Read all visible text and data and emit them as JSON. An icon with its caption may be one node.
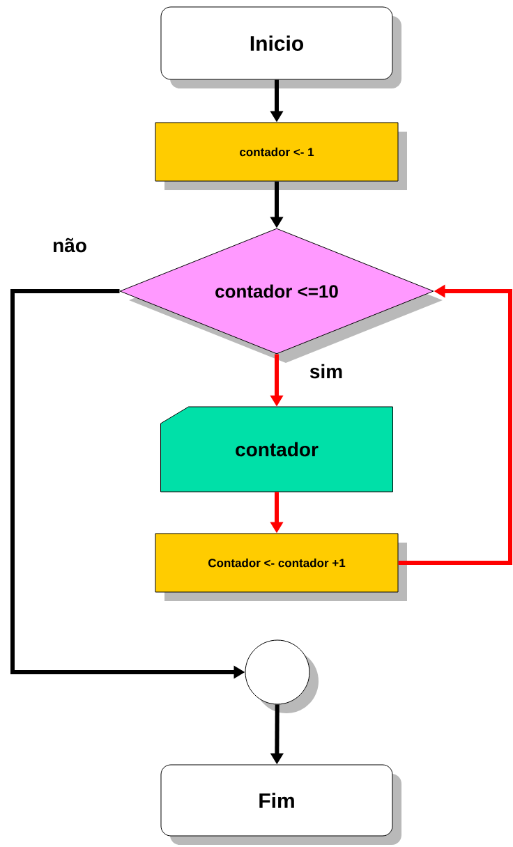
{
  "diagram": {
    "nodes": [
      {
        "text": [
          "Inicio"
        ]
      },
      {
        "text": [
          "contador <- 1"
        ]
      },
      {
        "text": [
          "contador <=10"
        ]
      },
      {
        "text": [
          "contador"
        ]
      },
      {
        "text": [
          "Contador <- contador +1"
        ]
      },
      {
        "text": [],
        "shape": "circle"
      },
      {
        "text": [
          "Fim"
        ]
      }
    ],
    "edges": [
      {
        "from": 0,
        "to": 1,
        "arrow": "to"
      },
      {
        "from": 1,
        "to": 2,
        "arrow": "to"
      },
      {
        "from": 2,
        "to": 3,
        "arrow": "to",
        "color": "#ff0000",
        "label": "sim"
      },
      {
        "from": 3,
        "to": 4,
        "arrow": "to",
        "color": "#ff0000"
      },
      {
        "from": 4,
        "to": 2,
        "arrow": "to",
        "color": "#ff0000"
      },
      {
        "from": 2,
        "to": 5,
        "arrow": "to",
        "label": "não"
      },
      {
        "from": 5,
        "to": 6,
        "arrow": "to"
      }
    ]
  }
}
